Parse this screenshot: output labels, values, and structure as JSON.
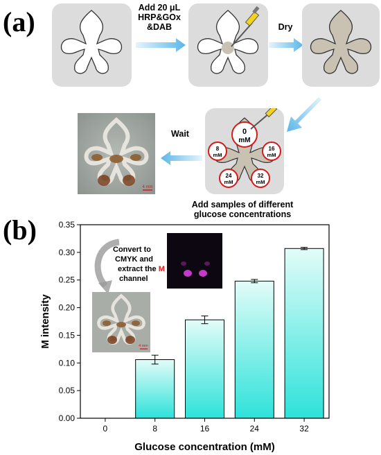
{
  "panel_a": {
    "label": "(a)",
    "step1_text_lines": [
      "Add 20 μL",
      "HRP&GOx",
      "&DAB"
    ],
    "step2_text": "Dry",
    "wait_text": "Wait",
    "caption_lines": [
      "Add samples of different",
      "glucose concentrations"
    ],
    "zones": [
      {
        "line1": "0",
        "line2": "mM"
      },
      {
        "line1": "8",
        "line2": "mM"
      },
      {
        "line1": "16",
        "line2": "mM"
      },
      {
        "line1": "24",
        "line2": "mM"
      },
      {
        "line1": "32",
        "line2": "mM"
      }
    ],
    "scale_bar": "4 mm",
    "colors": {
      "tile": "#dcdcdc",
      "dried_fill": "#c9c2b3",
      "arrow": "#5bb6e8",
      "zone_circle": "#d11a1a"
    }
  },
  "panel_b": {
    "label": "(b)",
    "annotation_lines": [
      "Convert to",
      "CMYK and",
      "extract the ",
      "channel"
    ],
    "annotation_highlight": "M",
    "scale_bar": "4 mm"
  },
  "chart_data": {
    "type": "bar",
    "categories": [
      "0",
      "8",
      "16",
      "24",
      "32"
    ],
    "values": [
      0,
      0.106,
      0.178,
      0.248,
      0.307
    ],
    "errors": [
      0,
      0.008,
      0.007,
      0.003,
      0.002
    ],
    "xlabel": "Glucose concentration (mM)",
    "ylabel": "M intensity",
    "ylim": [
      0,
      0.35
    ],
    "yticks": [
      "0.00",
      "0.05",
      "0.10",
      "0.15",
      "0.20",
      "0.25",
      "0.30",
      "0.35"
    ],
    "grid": false,
    "bar_gradient": [
      "#e3fcf8",
      "#2de2da"
    ]
  }
}
